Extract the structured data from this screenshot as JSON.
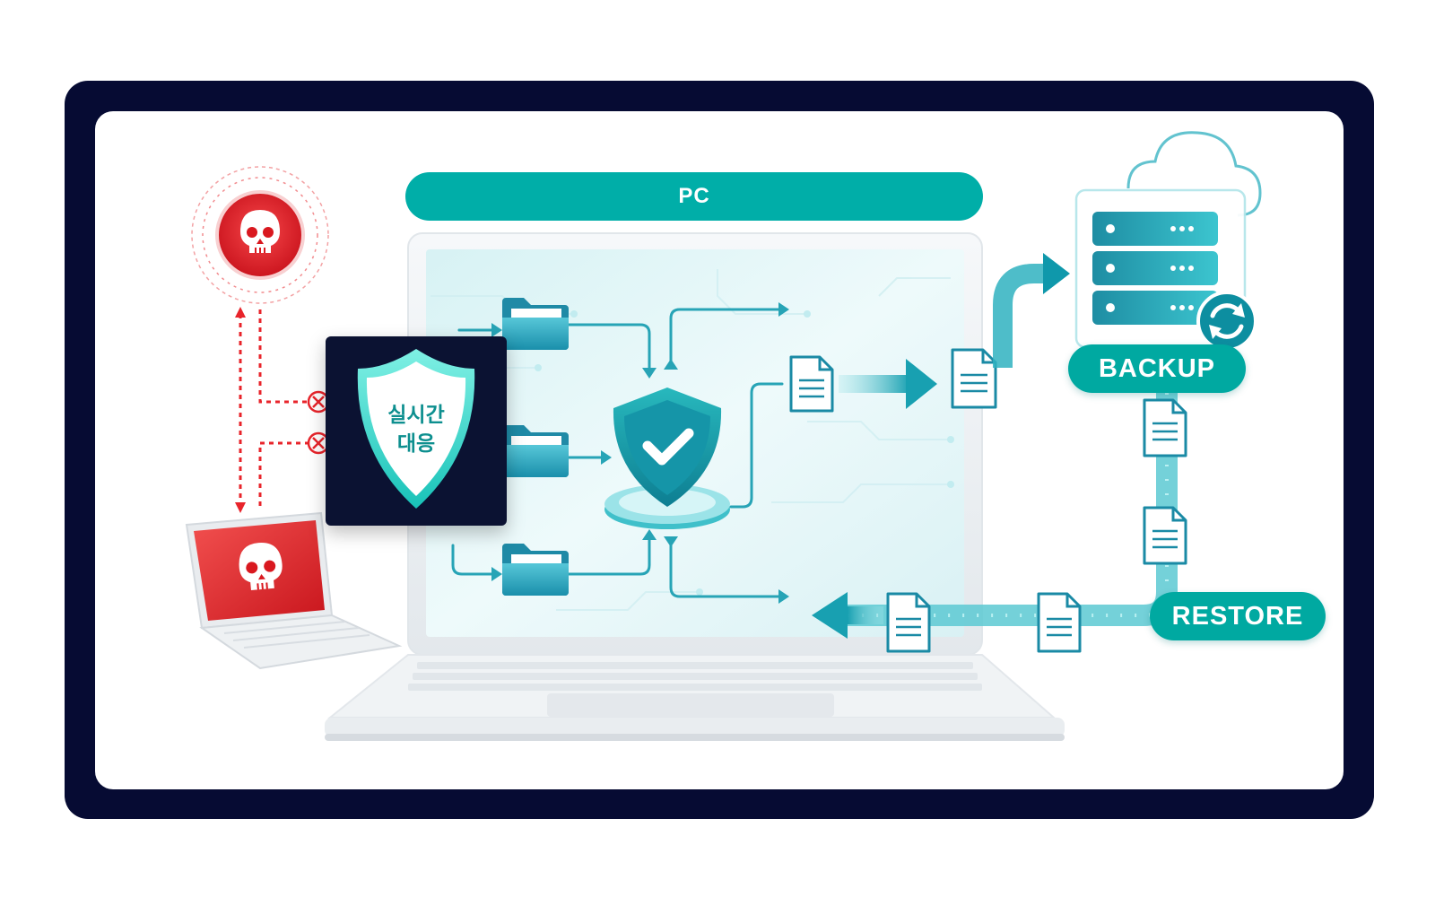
{
  "diagram": {
    "pc_label": "PC",
    "backup_label": "BACKUP",
    "restore_label": "RESTORE",
    "realtime_response": {
      "line1": "실시간",
      "line2": "대응"
    }
  },
  "icons": {
    "threat": "skull-icon",
    "blocked": "x-circle-icon",
    "protection": "shield-check-icon",
    "storage": "server-icon",
    "sync": "sync-icon",
    "cloud": "cloud-icon",
    "folder": "folder-icon",
    "document": "document-icon"
  },
  "colors": {
    "frame": "#060b33",
    "teal": "#00aea8",
    "teal_dark": "#0e7f8f",
    "threat_red": "#e8242b",
    "card_dark": "#0b1232"
  }
}
